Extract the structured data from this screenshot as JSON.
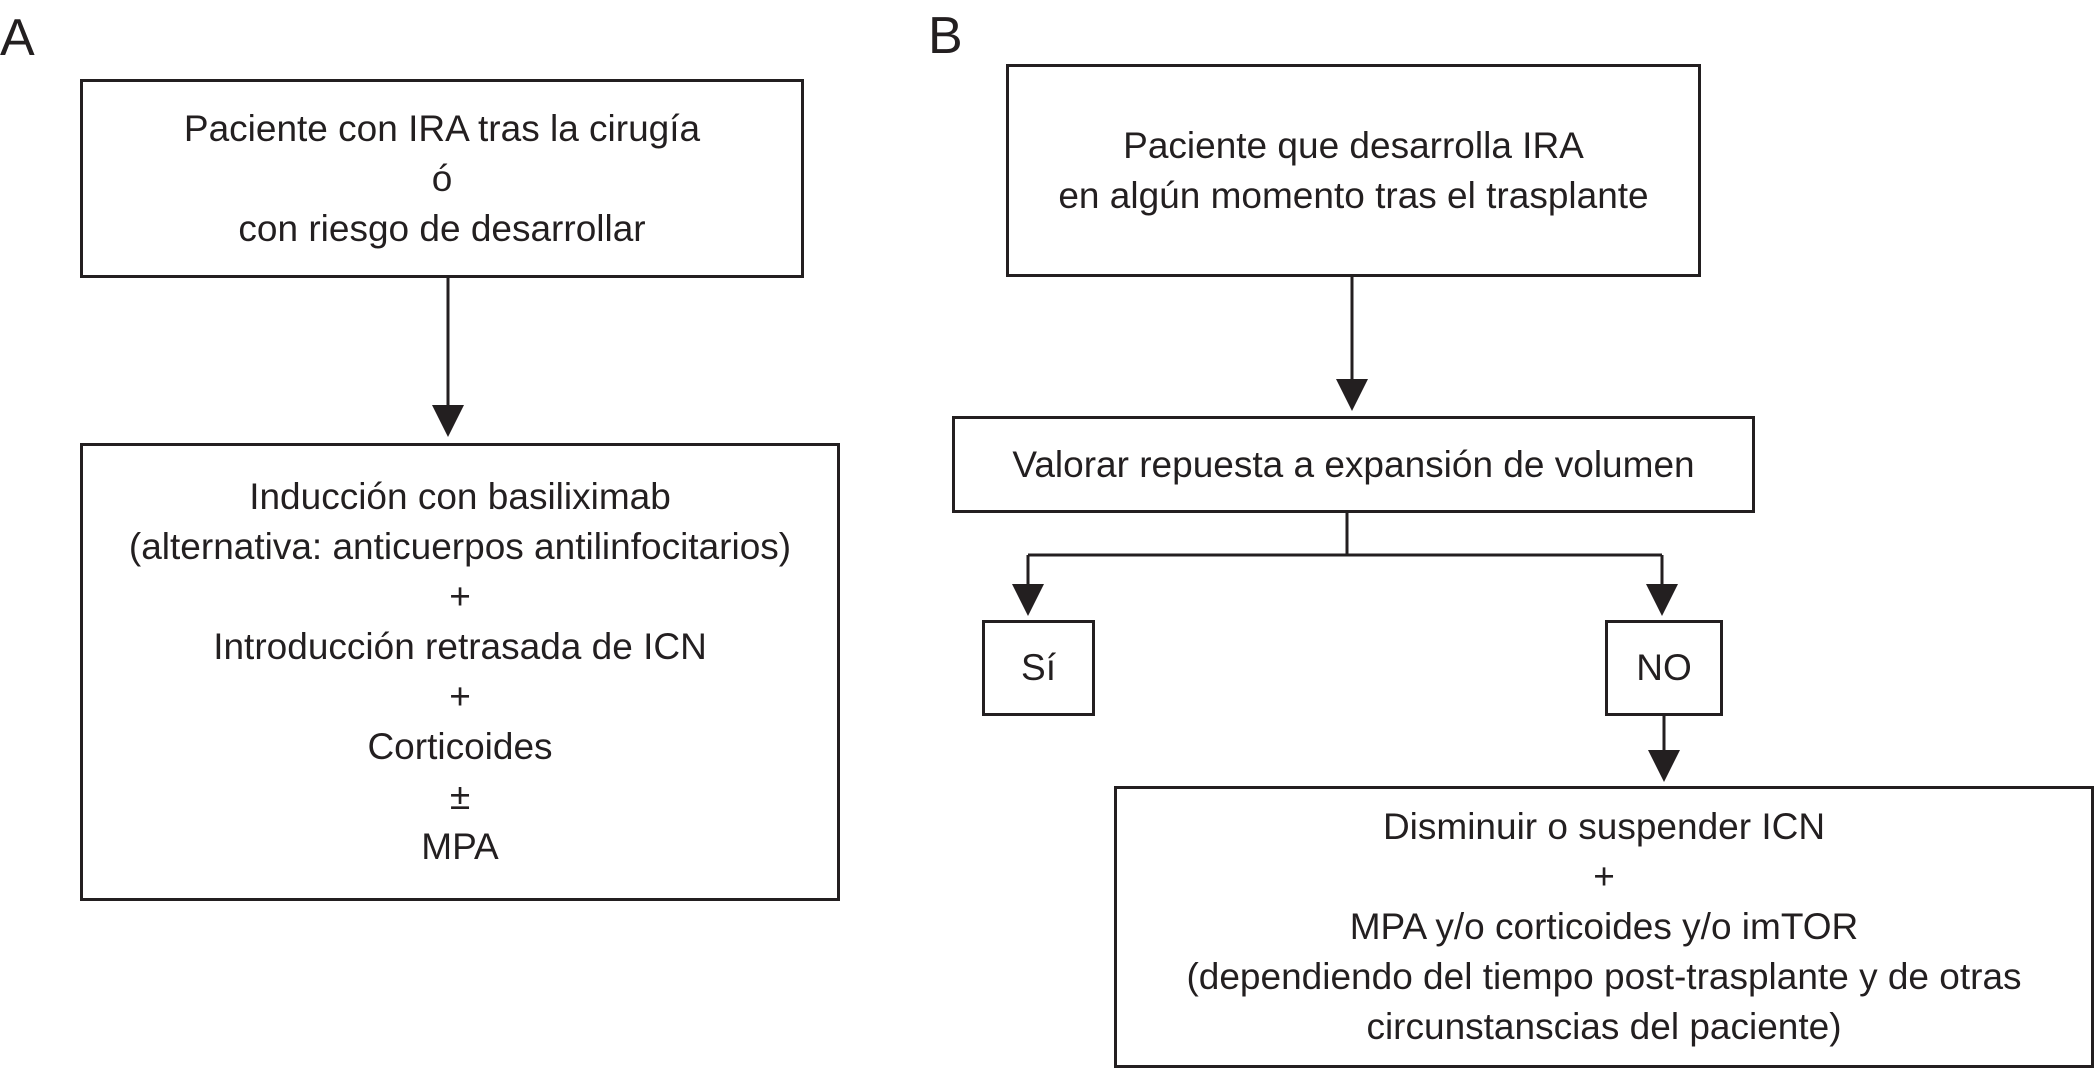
{
  "panels": {
    "a": {
      "label": "A",
      "start_box": {
        "lines": [
          "Paciente con IRA tras la cirugía",
          "ó",
          "con riesgo de desarrollar"
        ]
      },
      "treatment_box": {
        "lines": [
          "Inducción con basiliximab",
          "(alternativa: anticuerpos antilinfocitarios)",
          "+",
          "Introducción retrasada de ICN",
          "+",
          "Corticoides",
          "±",
          "MPA"
        ]
      }
    },
    "b": {
      "label": "B",
      "start_box": {
        "lines": [
          "Paciente que desarrolla IRA",
          "en algún momento tras el trasplante"
        ]
      },
      "assess_box": {
        "lines": [
          "Valorar repuesta a expansión de volumen"
        ]
      },
      "yes_box": {
        "lines": [
          "Sí"
        ]
      },
      "no_box": {
        "lines": [
          "NO"
        ]
      },
      "action_box": {
        "lines": [
          "Disminuir o suspender ICN",
          "+",
          "MPA y/o corticoides y/o imTOR",
          "(dependiendo del tiempo post-trasplante y de otras",
          "circunstanscias del paciente)"
        ]
      }
    }
  },
  "colors": {
    "stroke": "#231f20",
    "background": "#ffffff"
  }
}
